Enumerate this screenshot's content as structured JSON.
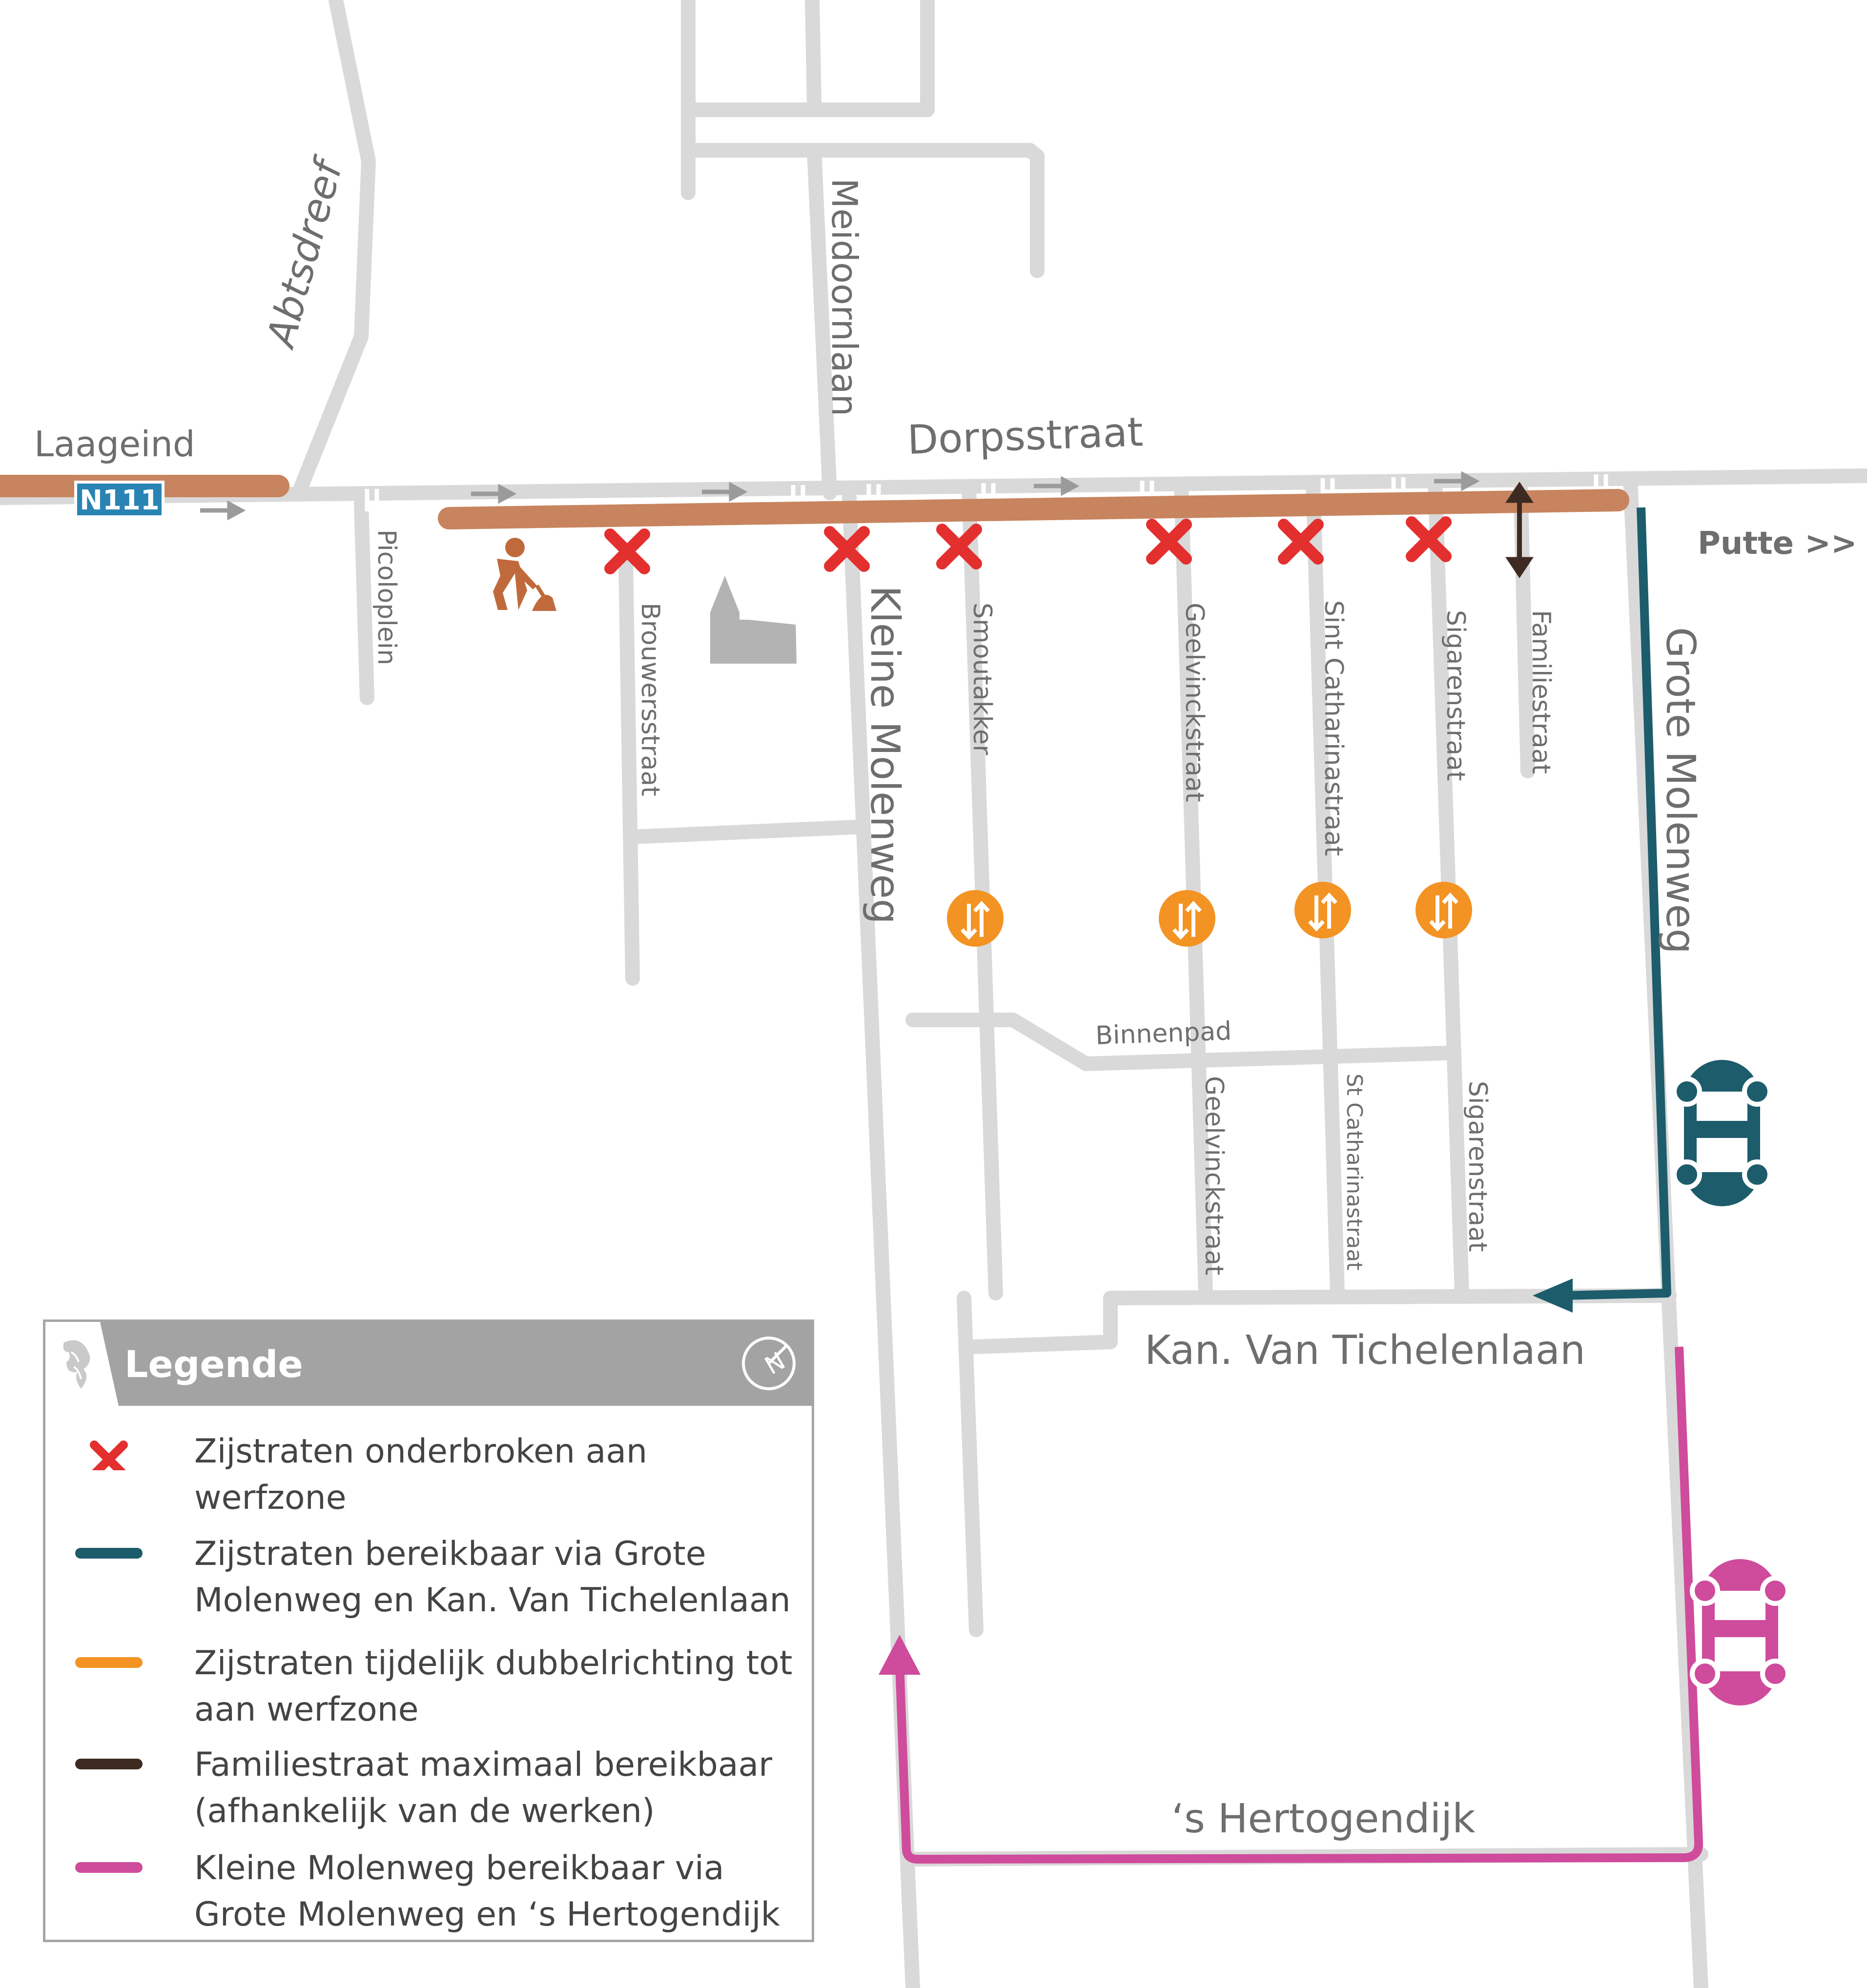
{
  "streets": {
    "laageind": "Laageind",
    "n111": "N111",
    "abtsdreef": "Abtsdreef",
    "meidoornlaan": "Meidoornlaan",
    "dorpsstraat": "Dorpsstraat",
    "picoloplein": "Picoloplein",
    "brouwersstraat": "Brouwersstraat",
    "kleine_molenweg": "Kleine Molenweg",
    "smoutakker": "Smoutakker",
    "geelvinckstraat": "Geelvinckstraat",
    "sint_catharinastraat": "Sint Catharinastraat",
    "sigarenstraat": "Sigarenstraat",
    "familiestraat": "Familiestraat",
    "putte": "Putte >>",
    "grote_molenweg": "Grote Molenweg",
    "binnenpad": "Binnenpad",
    "geelvinckstraat_south": "Geelvinckstraat",
    "st_catharinastraat_south": "St Catharinastraat",
    "sigarenstraat_south": "Sigarenstraat",
    "kan_van_tichelenlaan": "Kan. Van Tichelenlaan",
    "hertogendijk": "‘s Hertogendijk"
  },
  "legend": {
    "title": "Legende",
    "items": [
      {
        "lines": [
          "Zijstraten onderbroken aan werfzone"
        ],
        "symbol": "red-cross",
        "color": "#e3302f"
      },
      {
        "lines": [
          "Zijstraten bereikbaar via Grote",
          "Molenweg en Kan. Van Tichelenlaan"
        ],
        "symbol": "line",
        "color": "#1d5c6b"
      },
      {
        "lines": [
          "Zijstraten tijdelijk dubbelrichting tot",
          "aan werfzone"
        ],
        "symbol": "line",
        "color": "#f39323"
      },
      {
        "lines": [
          "Familiestraat maximaal bereikbaar",
          "(afhankelijk van de werken)"
        ],
        "symbol": "line",
        "color": "#3d2b21"
      },
      {
        "lines": [
          "Kleine Molenweg bereikbaar via",
          "Grote Molenweg en ‘s Hertogendijk"
        ],
        "symbol": "line",
        "color": "#cf4b9b"
      }
    ]
  },
  "colors": {
    "road": "#d9d9d9",
    "worksite": "#c8845e",
    "teal_route": "#1d5c6b",
    "pink_route": "#cf4b9b",
    "closed": "#e3302f",
    "two_way": "#f39323",
    "access": "#3d2b21",
    "church": "#b3b3b3",
    "label": "#6e6e6e"
  },
  "icons": [
    "worker-icon",
    "church-icon",
    "two-way-traffic-icon",
    "car-icon",
    "compass-icon",
    "lion-logo-icon"
  ]
}
